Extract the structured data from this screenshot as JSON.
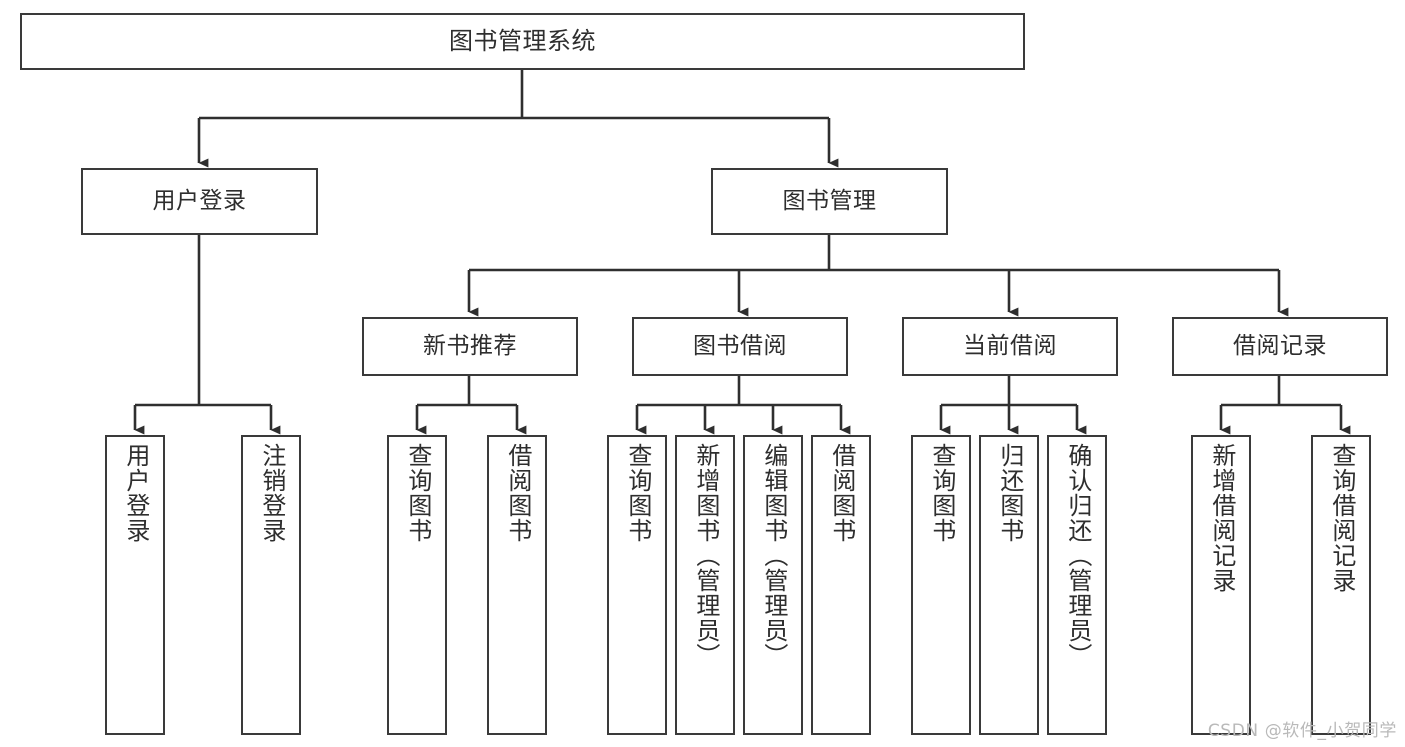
{
  "diagram": {
    "title": "图书管理系统",
    "type": "tree-hierarchy-chart",
    "stroke_color": "#3a3a3a",
    "text_color": "#2e2e2e",
    "background_color": "#ffffff"
  },
  "root": {
    "label": "图书管理系统"
  },
  "level2": [
    {
      "label": "用户登录"
    },
    {
      "label": "图书管理"
    }
  ],
  "level3": [
    {
      "label": "新书推荐"
    },
    {
      "label": "图书借阅"
    },
    {
      "label": "当前借阅"
    },
    {
      "label": "借阅记录"
    }
  ],
  "leaves": {
    "user_login": [
      {
        "label": "用户登录"
      },
      {
        "label": "注销登录"
      }
    ],
    "new_book_recommend": [
      {
        "label": "查询图书"
      },
      {
        "label": "借阅图书"
      }
    ],
    "book_borrow": [
      {
        "label": "查询图书"
      },
      {
        "label": "新增图书（管理员）"
      },
      {
        "label": "编辑图书（管理员）"
      },
      {
        "label": "借阅图书"
      }
    ],
    "current_borrow": [
      {
        "label": "查询图书"
      },
      {
        "label": "归还图书"
      },
      {
        "label": "确认归还（管理员）"
      }
    ],
    "borrow_record": [
      {
        "label": "新增借阅记录"
      },
      {
        "label": "查询借阅记录"
      }
    ]
  },
  "watermark": {
    "text": "CSDN @软件_小贺同学"
  }
}
